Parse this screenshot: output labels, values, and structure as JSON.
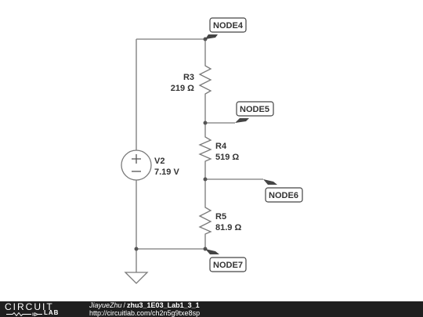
{
  "components": {
    "source": {
      "name": "V2",
      "value": "7.19 V"
    },
    "resistors": [
      {
        "name": "R3",
        "value": "219 Ω"
      },
      {
        "name": "R4",
        "value": "519 Ω"
      },
      {
        "name": "R5",
        "value": "81.9 Ω"
      }
    ]
  },
  "nodes": {
    "node4": "NODE4",
    "node5": "NODE5",
    "node6": "NODE6",
    "node7": "NODE7"
  },
  "footer": {
    "logo_top": "CIRCUIT",
    "logo_bottom": "LAB",
    "author": "JiayueZhu",
    "separator": "/",
    "title": "zhu3_1E03_Lab1_3_1",
    "url": "http://circuitlab.com/ch2n5g9txe8sp"
  },
  "colors": {
    "wire": "#7a7a7a",
    "footer_bg": "#1f1f1f"
  }
}
